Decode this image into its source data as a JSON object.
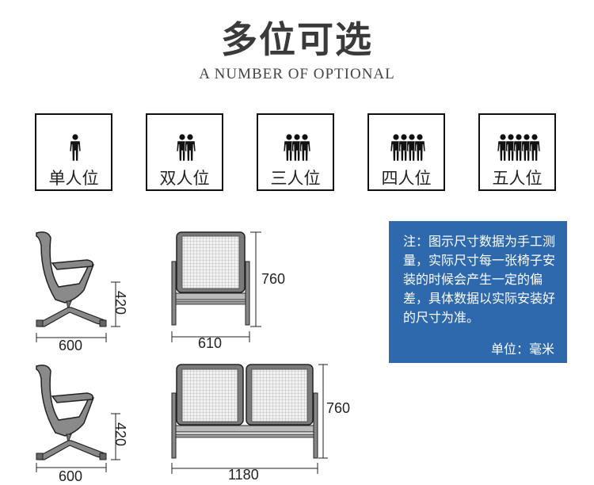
{
  "header": {
    "title": "多位可选",
    "subtitle": "A NUMBER OF OPTIONAL"
  },
  "seat_options": [
    {
      "label": "单人位",
      "people": 1
    },
    {
      "label": "双人位",
      "people": 2
    },
    {
      "label": "三人位",
      "people": 3
    },
    {
      "label": "四人位",
      "people": 4
    },
    {
      "label": "五人位",
      "people": 5
    }
  ],
  "dimensions": {
    "single": {
      "side_depth": "600",
      "side_height": "420",
      "front_width": "610",
      "front_height": "760"
    },
    "double": {
      "side_depth": "600",
      "side_height": "420",
      "front_width": "1180",
      "front_height": "760"
    }
  },
  "note": {
    "text": "注：图示尺寸数据为手工测量，实际尺寸每一张椅子安装的时候会产生一定的偏差，具体数据以实际安装好的尺寸为准。",
    "unit": "单位：毫米"
  },
  "colors": {
    "note_bg": "#2e69ad",
    "line": "#111111",
    "chair_fill": "#7a7a7a"
  }
}
